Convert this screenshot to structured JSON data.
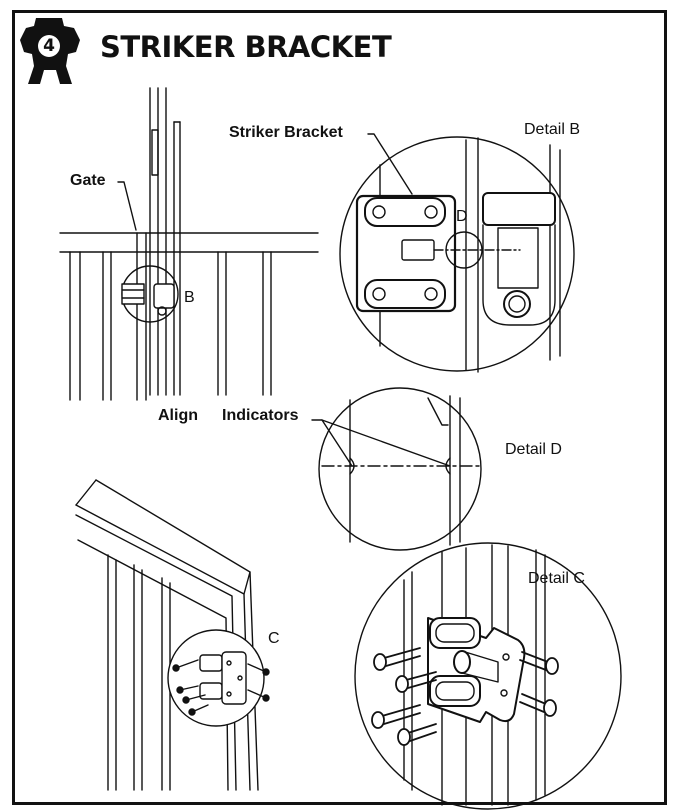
{
  "header": {
    "step_number": "4",
    "title": "STRIKER BRACKET"
  },
  "labels": {
    "gate": "Gate",
    "striker_bracket": "Striker Bracket",
    "detail_b": "Detail B",
    "callout_b": "B",
    "callout_d": "D",
    "align": "Align",
    "indicators": "Indicators",
    "detail_d": "Detail D",
    "detail_c": "Detail C",
    "callout_c": "C"
  },
  "colors": {
    "ink": "#111111",
    "background": "#ffffff"
  },
  "icons": {
    "step_badge": "worker-icon"
  }
}
